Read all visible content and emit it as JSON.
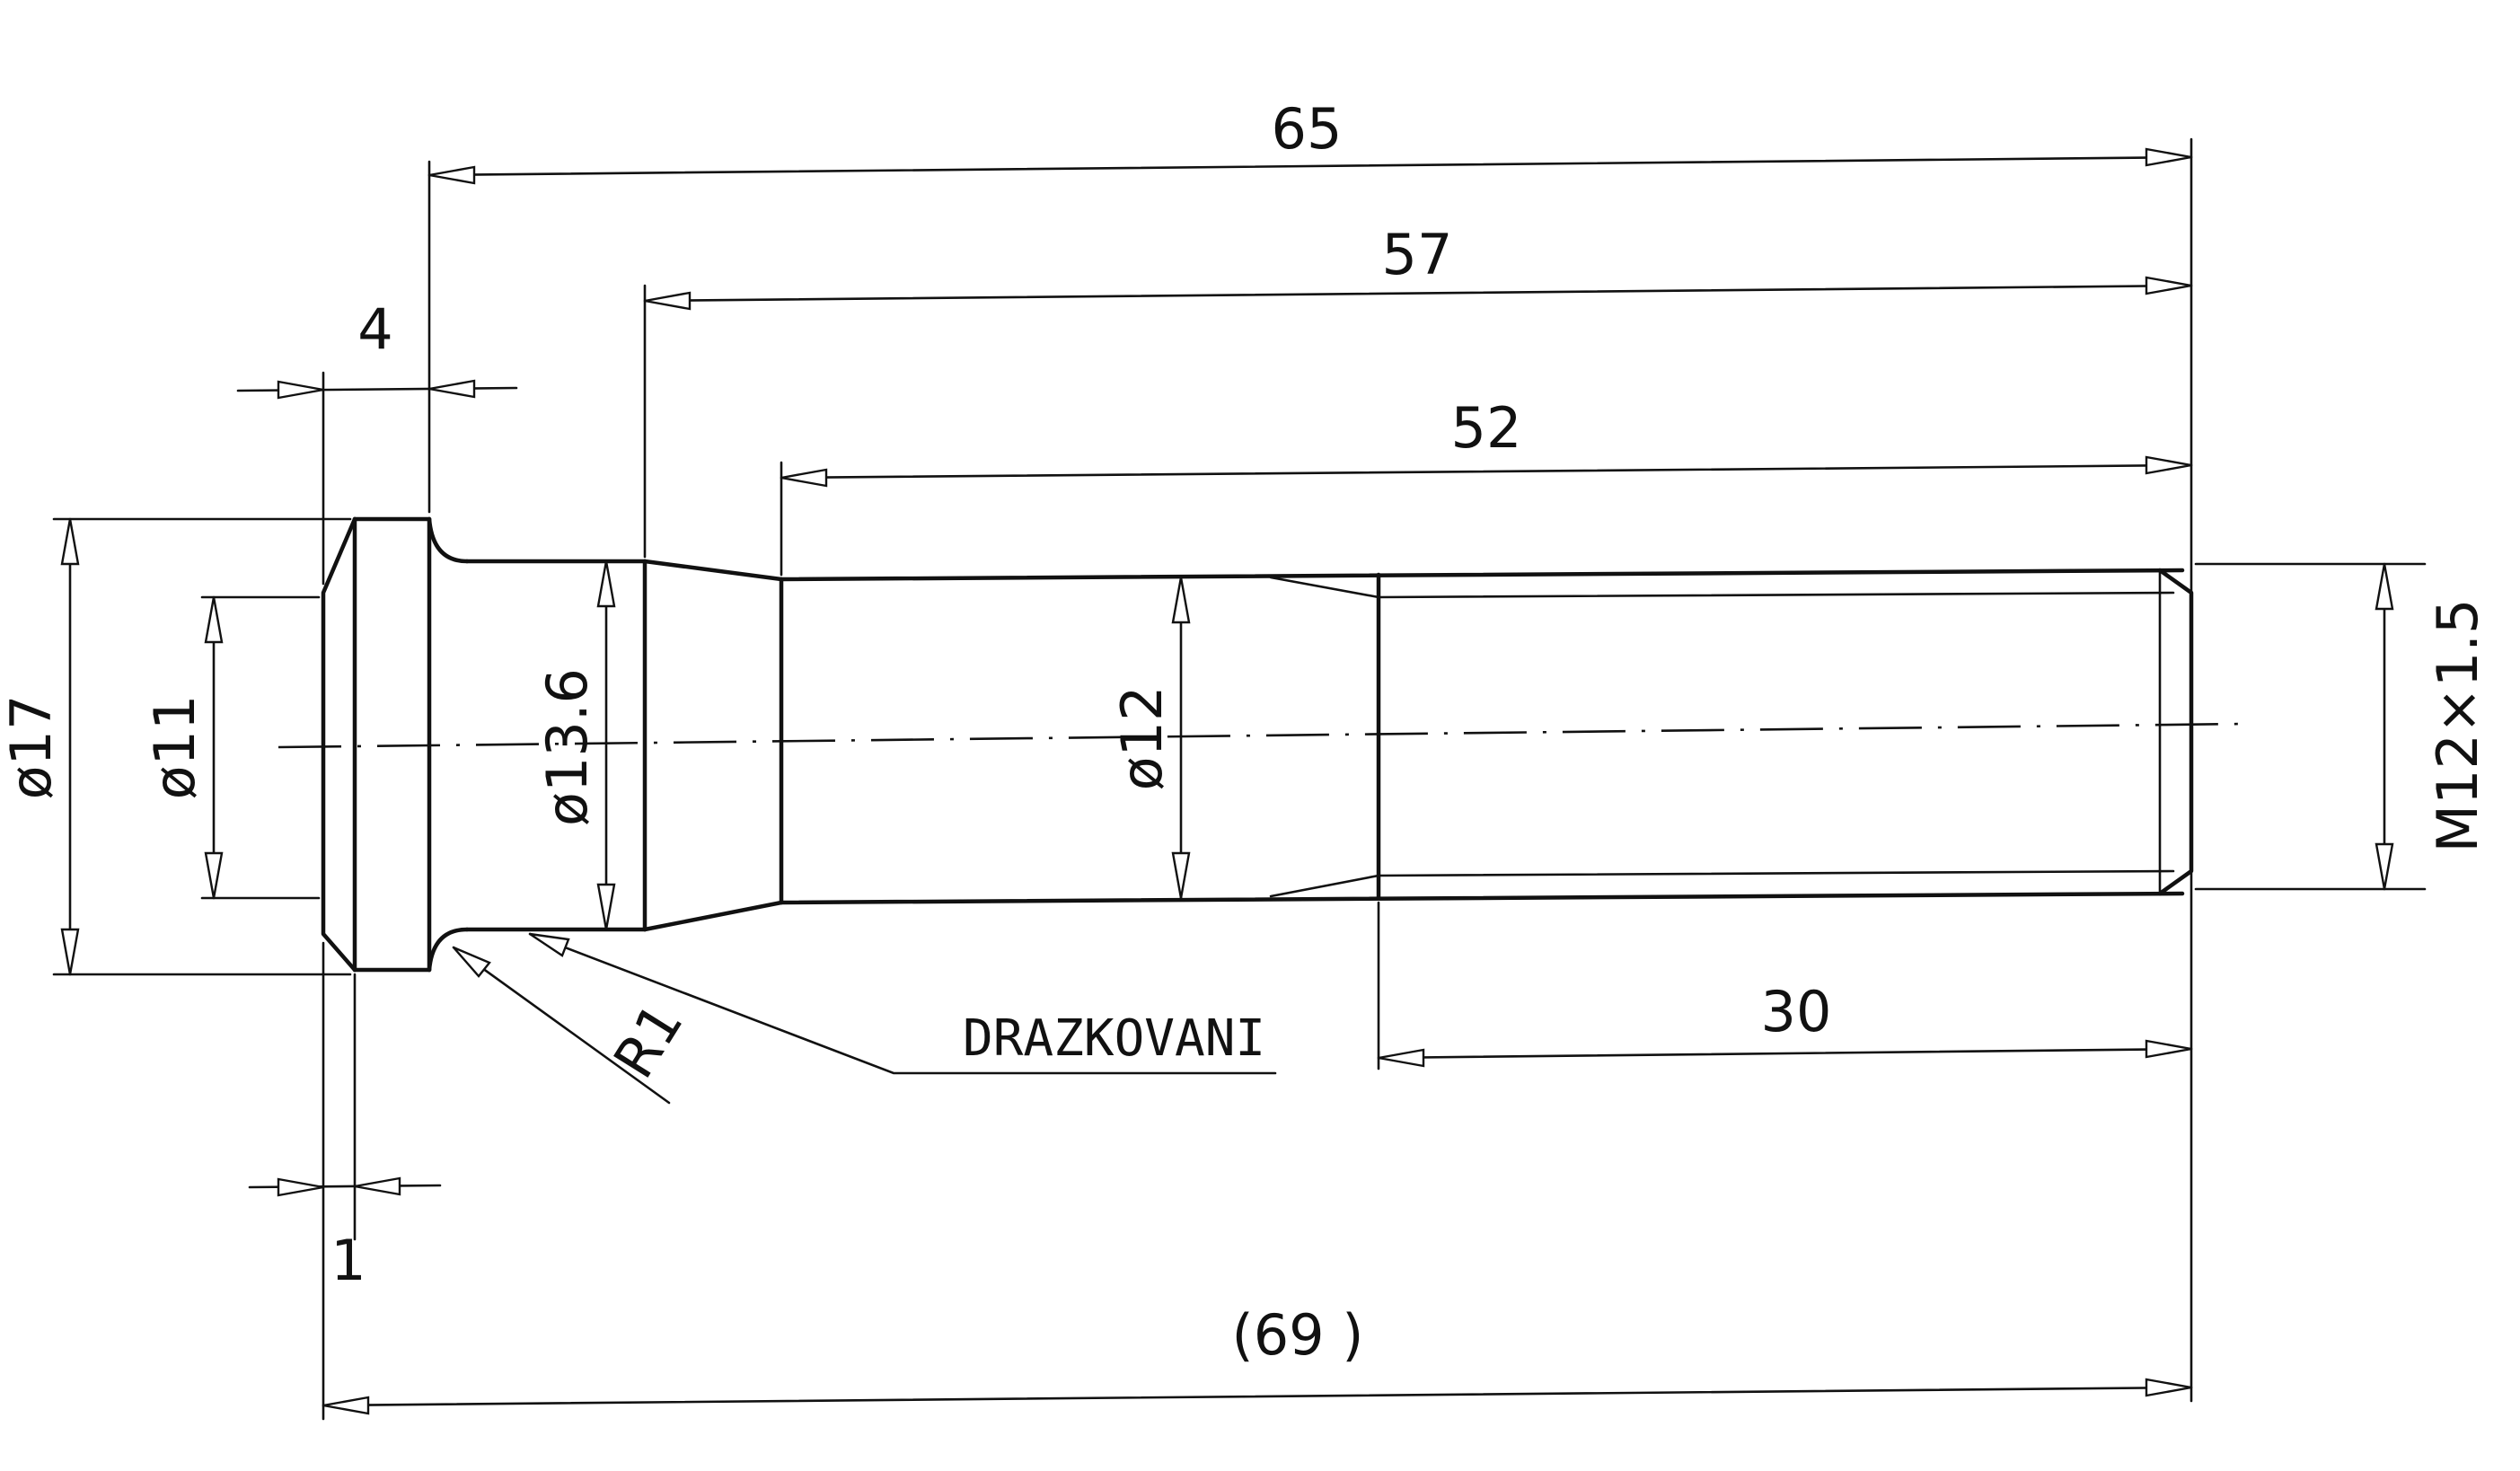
{
  "dimensions": {
    "len_65": "65",
    "len_57": "57",
    "len_52": "52",
    "len_4": "4",
    "len_30": "30",
    "len_1": "1",
    "len_69": "(69 )",
    "dia_17": "ø17",
    "dia_11": "ø11",
    "dia_13_6": "ø13.6",
    "dia_12": "ø12",
    "thread": "M12×1.5",
    "radius": "R1"
  },
  "notes": {
    "knurling": "DRAZKOVANI"
  }
}
